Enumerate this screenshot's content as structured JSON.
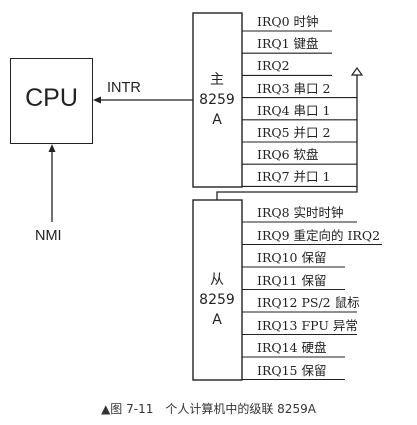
{
  "cpu": {
    "label": "CPU"
  },
  "signals": {
    "intr": "INTR",
    "nmi": "NMI"
  },
  "master": {
    "line1": "主",
    "line2": "8259",
    "line3": "A"
  },
  "slave": {
    "line1": "从",
    "line2": "8259",
    "line3": "A"
  },
  "master_irqs": [
    "IRQ0 时钟",
    "IRQ1 键盘",
    "IRQ2",
    "IRQ3 串口 2",
    "IRQ4 串口 1",
    "IRQ5 并口 2",
    "IRQ6 软盘",
    "IRQ7 并口 1"
  ],
  "slave_irqs": [
    "IRQ8 实时时钟",
    "IRQ9 重定向的 IRQ2",
    "IRQ10 保留",
    "IRQ11 保留",
    "IRQ12 PS/2 鼠标",
    "IRQ13 FPU 异常",
    "IRQ14 硬盘",
    "IRQ15 保留"
  ],
  "caption": "▲图 7-11　个人计算机中的级联 8259A"
}
